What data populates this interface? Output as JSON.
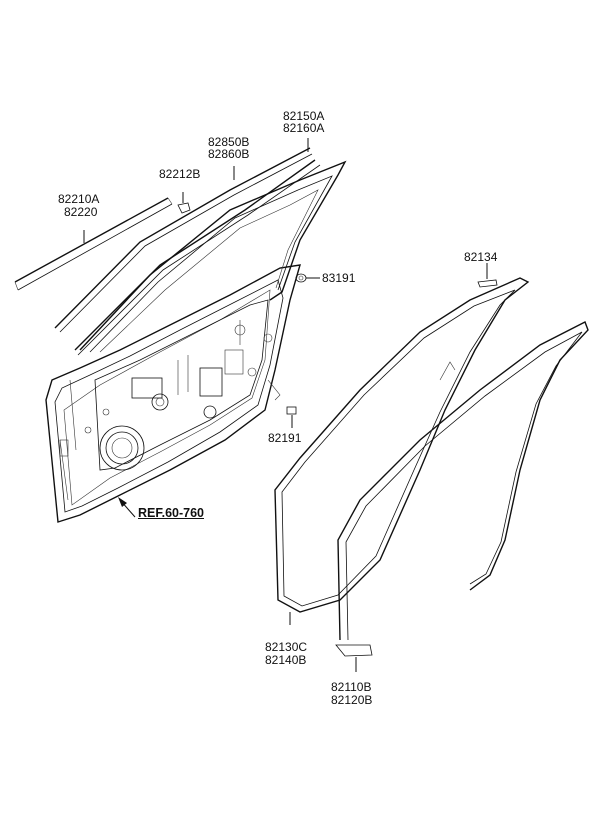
{
  "diagram": {
    "labels": {
      "p82150": "82150A",
      "p82160": "82160A",
      "p82850": "82850B",
      "p82860": "82860B",
      "p82212": "82212B",
      "p82210": "82210A",
      "p82220": "82220",
      "p83191": "83191",
      "p82134": "82134",
      "p82191": "82191",
      "ref": "REF.60-760",
      "p82130": "82130C",
      "p82140": "82140B",
      "p82110": "82110B",
      "p82120": "82120B"
    }
  }
}
